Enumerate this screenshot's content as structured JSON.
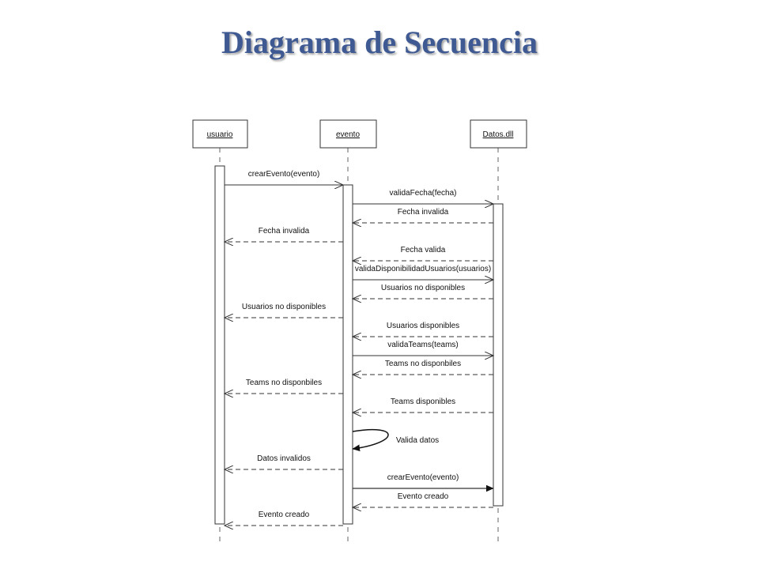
{
  "title": "Diagrama de Secuencia",
  "participants": [
    {
      "id": "usuario",
      "label": "usuario"
    },
    {
      "id": "evento",
      "label": "evento"
    },
    {
      "id": "datos",
      "label": "Datos.dll"
    }
  ],
  "messages": [
    {
      "from": "usuario",
      "to": "evento",
      "label": "crearEvento(evento)",
      "kind": "call"
    },
    {
      "from": "evento",
      "to": "datos",
      "label": "validaFecha(fecha)",
      "kind": "call"
    },
    {
      "from": "datos",
      "to": "evento",
      "label": "Fecha invalida",
      "kind": "return"
    },
    {
      "from": "evento",
      "to": "usuario",
      "label": "Fecha invalida",
      "kind": "return"
    },
    {
      "from": "datos",
      "to": "evento",
      "label": "Fecha valida",
      "kind": "return"
    },
    {
      "from": "evento",
      "to": "datos",
      "label": "validaDisponibilidadUsuarios(usuarios)",
      "kind": "call"
    },
    {
      "from": "datos",
      "to": "evento",
      "label": "Usuarios no disponibles",
      "kind": "return"
    },
    {
      "from": "evento",
      "to": "usuario",
      "label": "Usuarios no disponibles",
      "kind": "return"
    },
    {
      "from": "datos",
      "to": "evento",
      "label": "Usuarios disponibles",
      "kind": "return"
    },
    {
      "from": "evento",
      "to": "datos",
      "label": "validaTeams(teams)",
      "kind": "call"
    },
    {
      "from": "datos",
      "to": "evento",
      "label": "Teams no disponbiles",
      "kind": "return"
    },
    {
      "from": "evento",
      "to": "usuario",
      "label": "Teams no disponbiles",
      "kind": "return"
    },
    {
      "from": "datos",
      "to": "evento",
      "label": "Teams disponibles",
      "kind": "return"
    },
    {
      "from": "evento",
      "to": "evento",
      "label": "Valida datos",
      "kind": "self"
    },
    {
      "from": "evento",
      "to": "usuario",
      "label": "Datos invalidos",
      "kind": "return"
    },
    {
      "from": "evento",
      "to": "datos",
      "label": "crearEvento(evento)",
      "kind": "sync"
    },
    {
      "from": "datos",
      "to": "evento",
      "label": "Evento creado",
      "kind": "return"
    },
    {
      "from": "evento",
      "to": "usuario",
      "label": "Evento creado",
      "kind": "return"
    }
  ],
  "colors": {
    "title": "#3f5a93",
    "line": "#333333",
    "lifeline": "#666666"
  }
}
